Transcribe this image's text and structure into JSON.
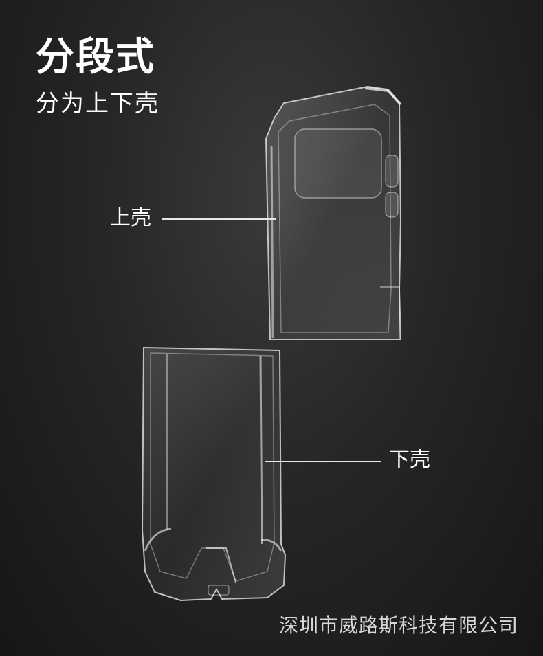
{
  "heading": {
    "title": "分段式",
    "subtitle": "分为上下壳"
  },
  "callouts": {
    "upper": "上壳",
    "lower": "下壳"
  },
  "footer": {
    "company": "深圳市威路斯科技有限公司"
  },
  "colors": {
    "background": "#262626",
    "text": "#ffffff",
    "case_edge": "#e6e6e6"
  }
}
